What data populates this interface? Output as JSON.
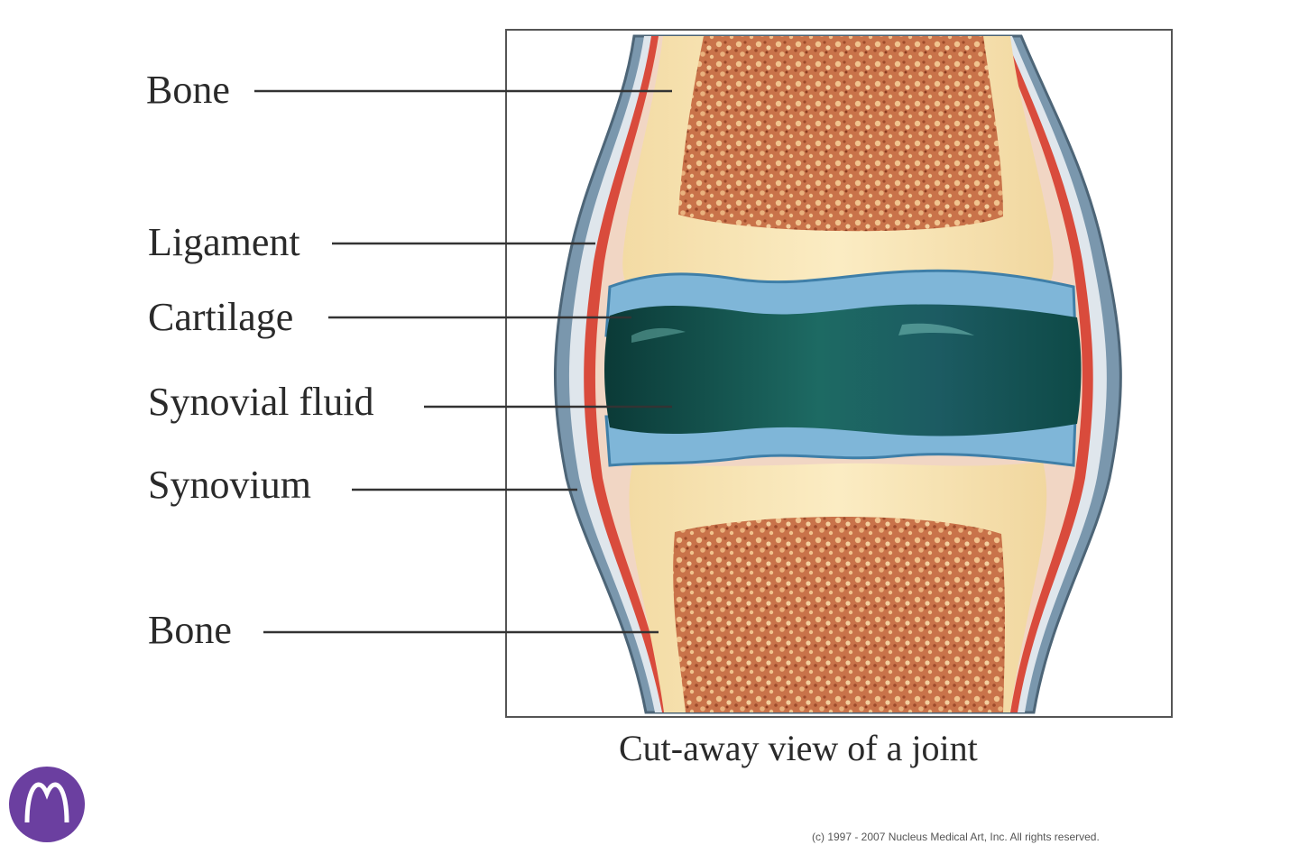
{
  "labels": {
    "bone_top": "Bone",
    "ligament": "Ligament",
    "cartilage": "Cartilage",
    "synovial_fluid": "Synovial fluid",
    "synovium": "Synovium",
    "bone_bottom": "Bone"
  },
  "caption": "Cut-away view of a joint",
  "copyright": "(c) 1997 - 2007 Nucleus Medical Art, Inc. All rights reserved.",
  "colors": {
    "bone": "#f7e3b1",
    "spongy_bone": "#c96f45",
    "spongy_bone_dark": "#8c3d22",
    "cartilage": "#7fb6d8",
    "synovial_fluid": "#0f4a45",
    "ligament": "#d94b3c",
    "capsule_outer": "#6f8ea6",
    "logo": "#6b3fa0"
  }
}
